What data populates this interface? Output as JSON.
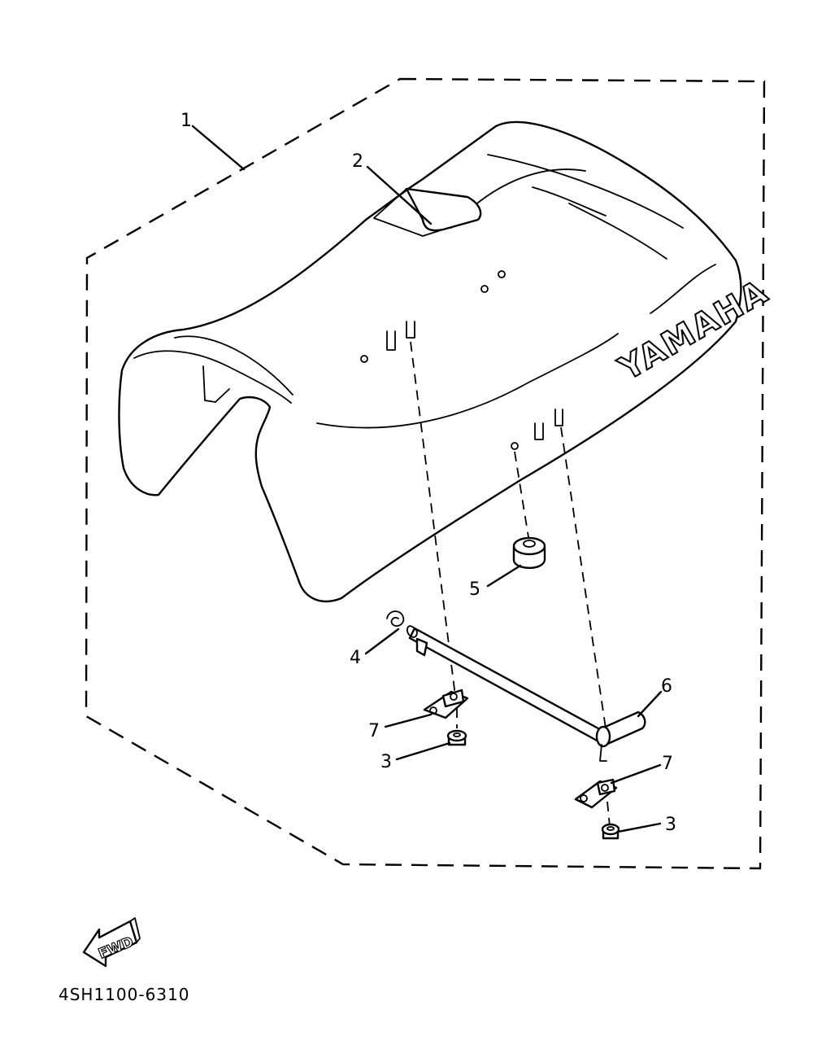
{
  "diagram": {
    "brand_text": "YAMAHA",
    "direction_label": "FWD",
    "part_code": "4SH1100-6310",
    "callouts": [
      {
        "id": "c1",
        "label": "1"
      },
      {
        "id": "c2",
        "label": "2"
      },
      {
        "id": "c3a",
        "label": "3"
      },
      {
        "id": "c3b",
        "label": "3"
      },
      {
        "id": "c4",
        "label": "4"
      },
      {
        "id": "c5",
        "label": "5"
      },
      {
        "id": "c6",
        "label": "6"
      },
      {
        "id": "c7a",
        "label": "7"
      },
      {
        "id": "c7b",
        "label": "7"
      }
    ]
  }
}
